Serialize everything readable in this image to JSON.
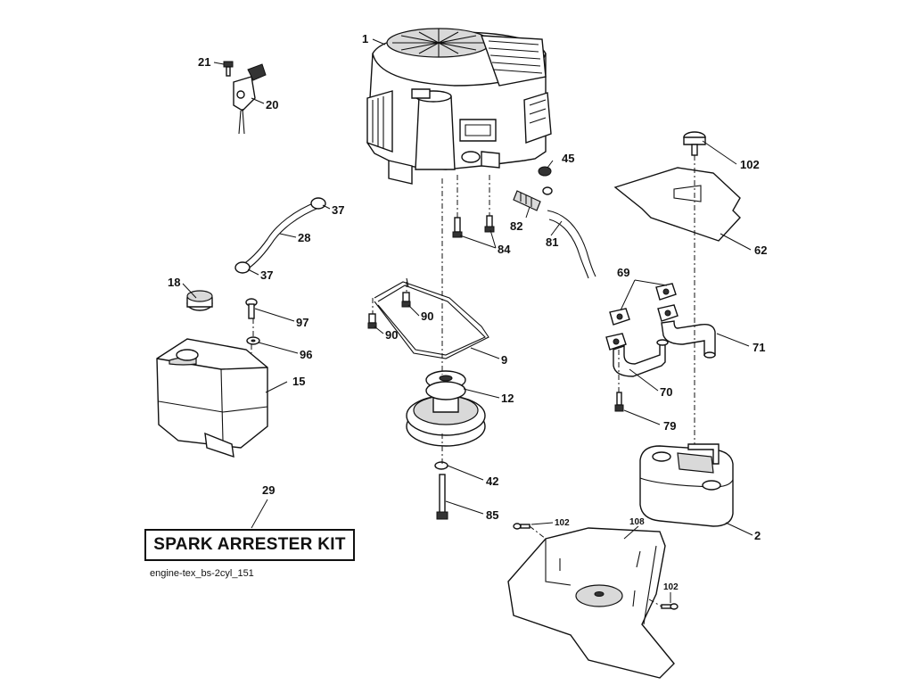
{
  "diagram": {
    "kit_label": "SPARK ARRESTER KIT",
    "file_name": "engine-tex_bs-2cyl_151",
    "callouts": {
      "engine": "1",
      "muffler": "2",
      "belt_guide": "9",
      "pulley": "12",
      "fuel_tank": "15",
      "fuel_cap": "18",
      "throttle_bracket": "20",
      "bracket_screw": "21",
      "fuel_line": "28",
      "kit": "29",
      "hose_clamp_top": "37",
      "hose_clamp_bottom": "37",
      "washer_42": "42",
      "nut_45": "45",
      "heat_shield": "62",
      "gasket": "69",
      "exhaust_pipe_left": "70",
      "exhaust_pipe_right": "71",
      "bolt_79": "79",
      "drain_hose": "81",
      "drain_valve": "82",
      "bolts_84": "84",
      "bolt_85": "85",
      "bolt_90_a": "90",
      "bolt_90_b": "90",
      "washer_96": "96",
      "screw_97": "97",
      "knob_102": "102",
      "screw_102_a": "102",
      "screw_102_b": "102",
      "bottom_shield": "108"
    }
  }
}
